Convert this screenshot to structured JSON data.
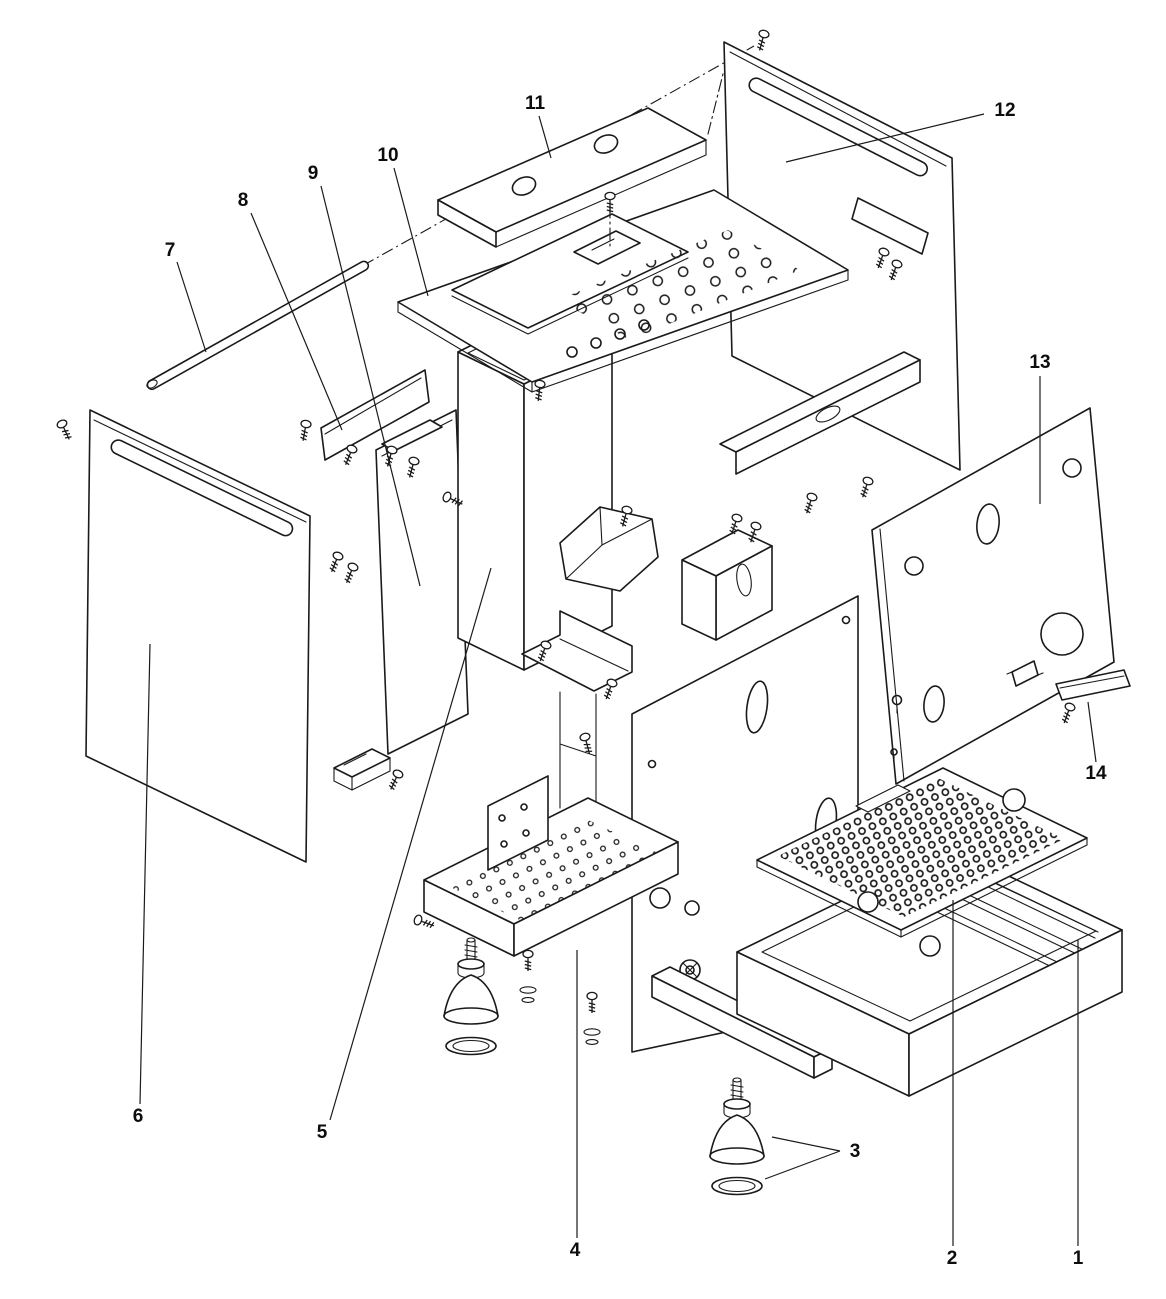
{
  "figure": {
    "kind": "exploded-view parts diagram",
    "background_color": "#ffffff",
    "line_color": "#1a1a1a",
    "label_color": "#0d0d0d"
  },
  "callouts": [
    {
      "label": "1",
      "part": "drip-tray"
    },
    {
      "label": "2",
      "part": "drip-tray-grid"
    },
    {
      "label": "3",
      "part": "adjustable-foot-with-o-ring"
    },
    {
      "label": "4",
      "part": "base-chassis"
    },
    {
      "label": "5",
      "part": "inner-housing"
    },
    {
      "label": "6",
      "part": "left-side-panel"
    },
    {
      "label": "7",
      "part": "support-rod"
    },
    {
      "label": "8",
      "part": "cover-plate"
    },
    {
      "label": "9",
      "part": "inner-side-panel"
    },
    {
      "label": "10",
      "part": "top-panel"
    },
    {
      "label": "11",
      "part": "top-lid"
    },
    {
      "label": "12",
      "part": "right-side-panel"
    },
    {
      "label": "13",
      "part": "back-panel"
    },
    {
      "label": "14",
      "part": "rear-bracket"
    }
  ]
}
